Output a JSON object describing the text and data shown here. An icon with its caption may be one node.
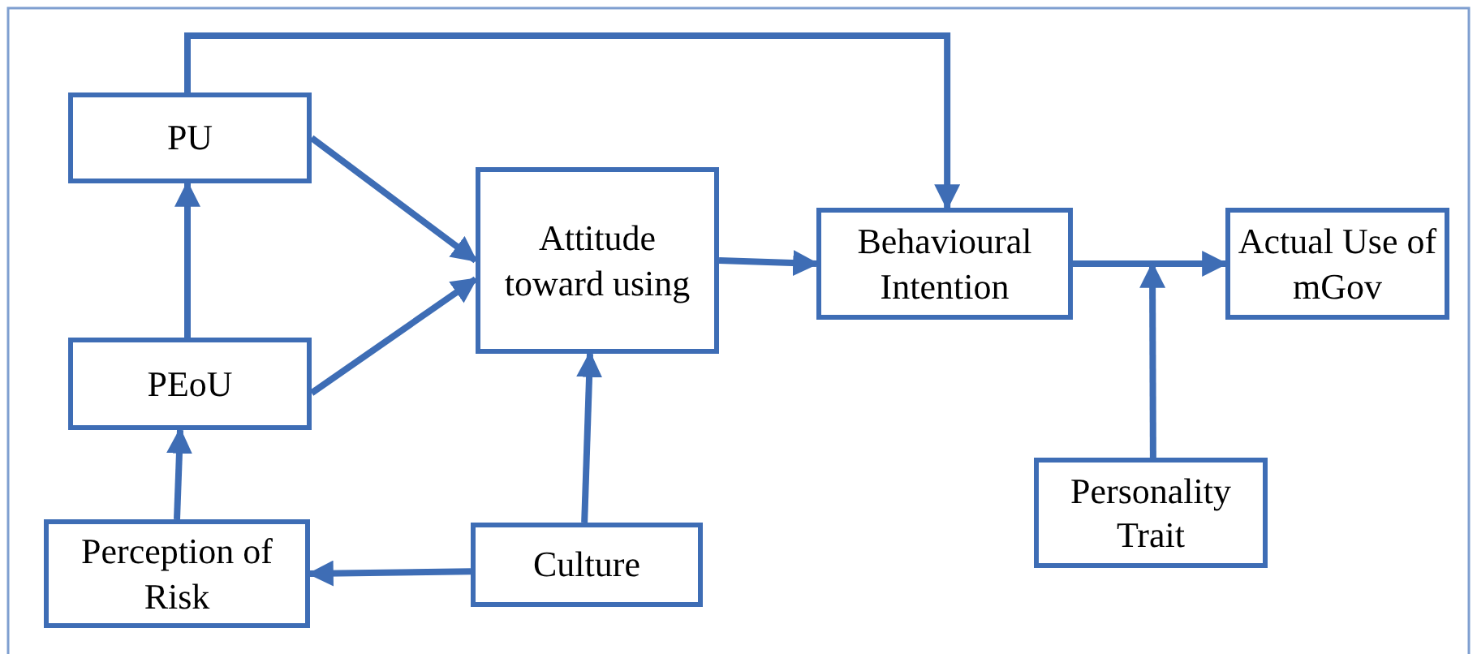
{
  "diagram": {
    "nodes": [
      {
        "text": [
          "PU"
        ]
      },
      {
        "text": [
          "PEoU"
        ]
      },
      {
        "text": [
          "Perception of Risk"
        ]
      },
      {
        "text": [
          "Culture"
        ]
      },
      {
        "text": [
          "Attitude toward using"
        ]
      },
      {
        "text": [
          "Behavioural Intention"
        ]
      },
      {
        "text": [
          "Actual Use of mGov"
        ]
      },
      {
        "text": [
          "Personality Trait"
        ]
      }
    ],
    "edges": [
      {
        "from": 0,
        "to": 4,
        "arrow": "to"
      },
      {
        "from": 1,
        "to": 4,
        "arrow": "to"
      },
      {
        "from": 1,
        "to": 0,
        "arrow": "to"
      },
      {
        "from": 2,
        "to": 1,
        "arrow": "to"
      },
      {
        "from": 3,
        "to": 2,
        "arrow": "to"
      },
      {
        "from": 3,
        "to": 4,
        "arrow": "to"
      },
      {
        "from": 4,
        "to": 5,
        "arrow": "to"
      },
      {
        "from": 0,
        "to": 5,
        "arrow": "to"
      },
      {
        "from": 5,
        "to": 6,
        "arrow": "to"
      },
      {
        "from": 7,
        "to": null,
        "arrow": "to"
      }
    ]
  }
}
